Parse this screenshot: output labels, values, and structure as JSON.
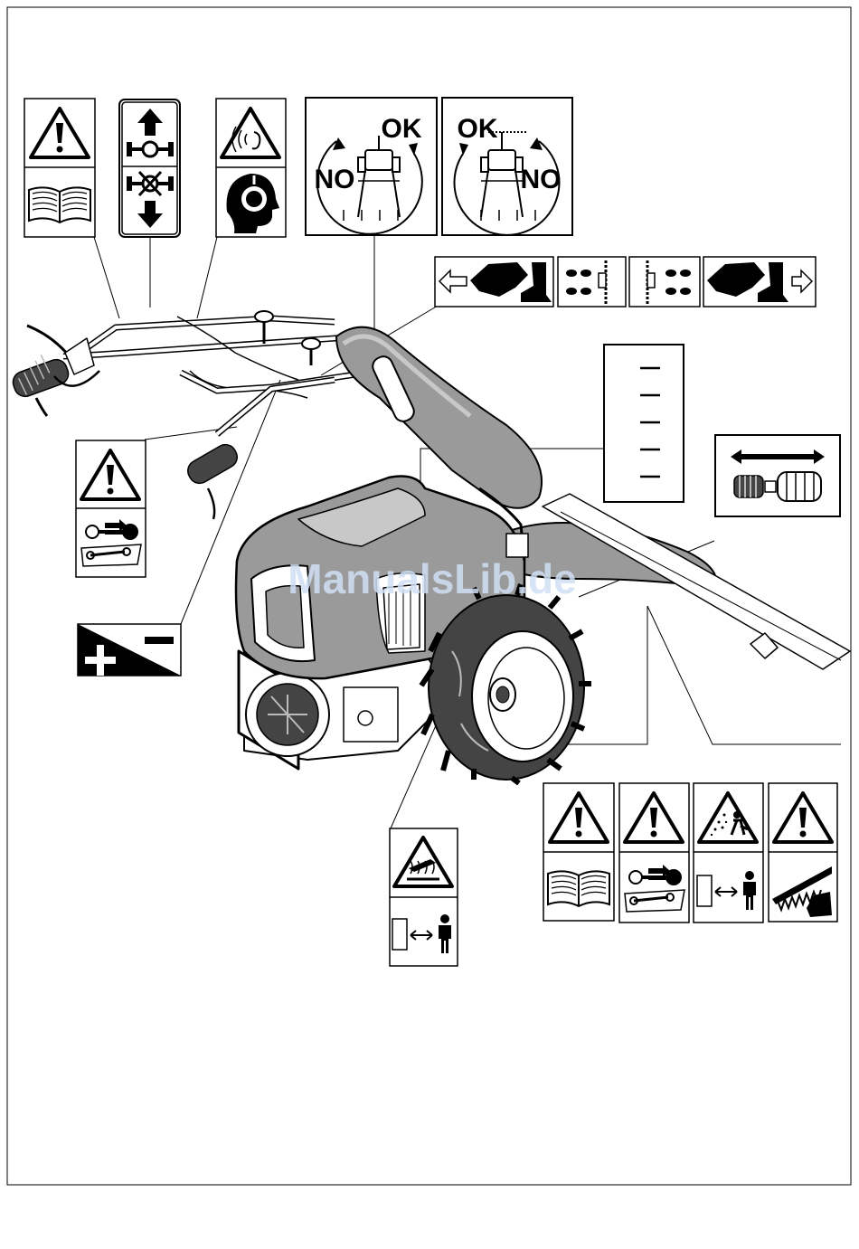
{
  "colors": {
    "ink": "#000000",
    "paper": "#ffffff",
    "machine_fill": "#9a9a9a",
    "machine_light": "#c8c8c8",
    "watermark": "#cfe0f5"
  },
  "watermark": {
    "text": "ManualsLib.de"
  },
  "turning_panels": {
    "left": {
      "ok": "OK",
      "no": "NO"
    },
    "right": {
      "ok": "OK",
      "no": "NO"
    }
  },
  "symbols": [
    "warning-triangle-icon",
    "manual-book-icon",
    "move-up-icon",
    "move-down-icon",
    "noise-warning-icon",
    "ear-protection-icon",
    "turning-ok-no-icon",
    "reverse-arrow-icon",
    "boot-stand-icon",
    "foot-position-icon",
    "speed-scale-icon",
    "gear-shift-icon",
    "key-wrench-icon",
    "plus-minus-icon",
    "hot-surface-icon",
    "distance-person-icon",
    "flying-debris-icon",
    "cutter-blade-icon"
  ]
}
